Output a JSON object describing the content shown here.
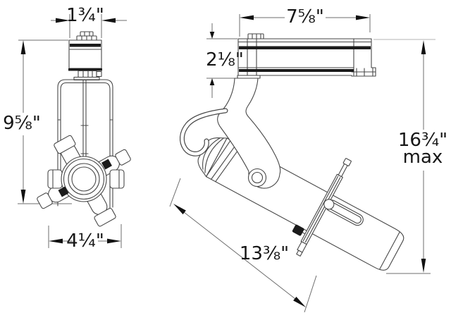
{
  "drawing": {
    "description": "Track lighting fixture dimensional line drawing, front and side views",
    "background_color": "#ffffff",
    "line_color": "#474747",
    "dimension_line_color": "#6d6d6d",
    "accent_dark_color": "#1b1b1b",
    "text_color": "#161616"
  },
  "dims": {
    "adapter_width": "1¾\"",
    "fixture_height": "9⅝\"",
    "head_width": "4¼\"",
    "track_length": "7⅝\"",
    "stem_height": "2⅛\"",
    "overall_height": "16¾\"",
    "overall_height_note": "max",
    "lamp_length": "13⅜\""
  }
}
